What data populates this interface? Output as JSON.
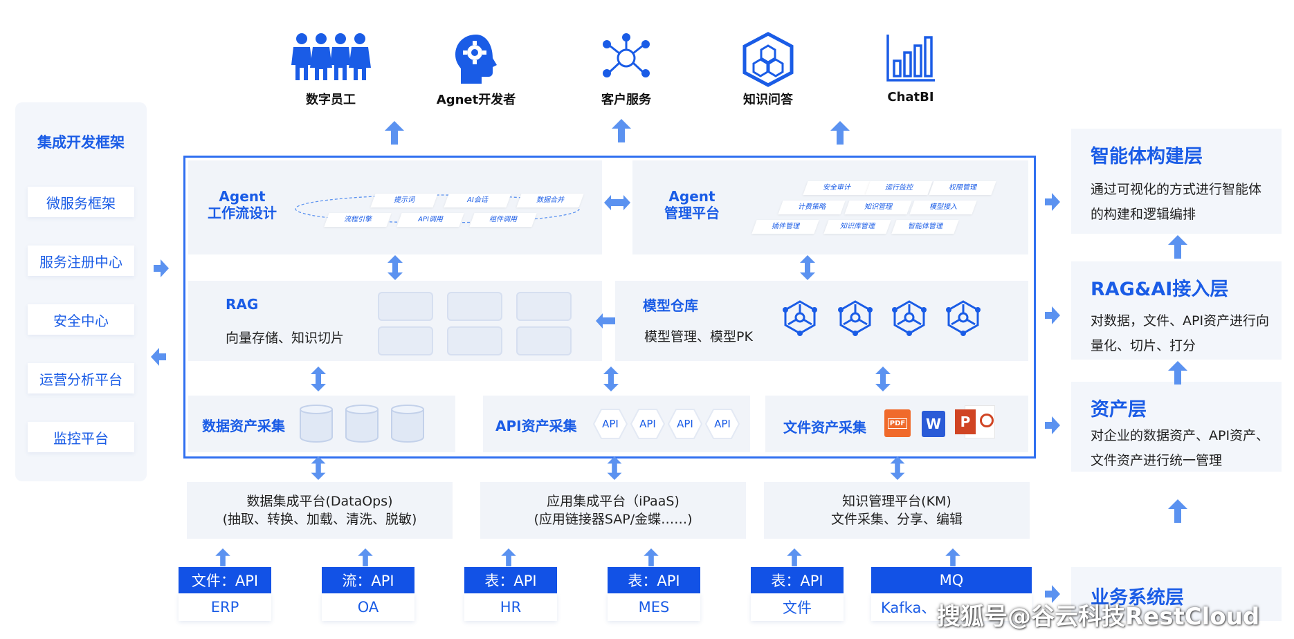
{
  "top_apps": [
    {
      "label": "数字员工",
      "icon": "people-group-icon"
    },
    {
      "label": "Agnet开发者",
      "icon": "head-gear-icon"
    },
    {
      "label": "客户服务",
      "icon": "network-node-icon"
    },
    {
      "label": "知识问答",
      "icon": "hexagon-cluster-icon"
    },
    {
      "label": "ChatBI",
      "icon": "bar-chart-icon"
    }
  ],
  "left_panel": {
    "title": "集成开发框架",
    "items": [
      "微服务框架",
      "服务注册中心",
      "安全中心",
      "运营分析平台",
      "监控平台"
    ]
  },
  "agent_workflow": {
    "title_line1": "Agent",
    "title_line2": "工作流设计",
    "chips": [
      "提示词",
      "AI会话",
      "数据合并",
      "流程引擎",
      "API调用",
      "组件调用"
    ]
  },
  "agent_mgmt": {
    "title_line1": "Agent",
    "title_line2": "管理平台",
    "chips": [
      "安全审计",
      "运行监控",
      "权限管理",
      "计费策略",
      "知识管理",
      "模型接入",
      "插件管理",
      "知识库管理",
      "智能体管理"
    ]
  },
  "rag": {
    "title": "RAG",
    "desc": "向量存储、知识切片"
  },
  "model_repo": {
    "title": "模型仓库",
    "desc": "模型管理、模型PK"
  },
  "data_asset": {
    "title": "数据资产采集"
  },
  "api_asset": {
    "title": "API资产采集",
    "chips": [
      "API",
      "API",
      "API",
      "API"
    ]
  },
  "file_asset": {
    "title": "文件资产采集",
    "icons": [
      "pdf-file-icon",
      "word-file-icon",
      "powerpoint-file-icon"
    ],
    "pdf_label": "PDF",
    "word_label": "W",
    "ppt_label": "P"
  },
  "platforms": [
    {
      "line1": "数据集成平台(DataOps)",
      "line2": "(抽取、转换、加载、清洗、脱敏)"
    },
    {
      "line1": "应用集成平台（iPaaS)",
      "line2": "(应用链接器SAP/金蝶……)"
    },
    {
      "line1": "知识管理平台(KM)",
      "line2": "文件采集、分享、编辑"
    }
  ],
  "business": [
    {
      "top": "文件：API",
      "bottom": "ERP"
    },
    {
      "top": "流：API",
      "bottom": "OA"
    },
    {
      "top": "表：API",
      "bottom": "HR"
    },
    {
      "top": "表：API",
      "bottom": "MES"
    },
    {
      "top": "表：API",
      "bottom": "文件"
    },
    {
      "top": "MQ",
      "bottom": "Kafka、"
    }
  ],
  "right_layers": [
    {
      "title": "智能体构建层",
      "desc": "通过可视化的方式进行智能体的构建和逻辑编排"
    },
    {
      "title": "RAG&AI接入层",
      "desc": "对数据，文件、API资产进行向量化、切片、打分"
    },
    {
      "title": "资产层",
      "desc": "对企业的数据资产、API资产、文件资产进行统一管理"
    },
    {
      "title": "业务系统层",
      "desc": ""
    }
  ],
  "watermark": "搜狐号@谷云科技RestCloud",
  "colors": {
    "primary": "#1a5ce6",
    "frame": "#2f6ff0",
    "block": "#f1f4f9",
    "arrow": "#5b92f0",
    "dark_blue": "#1252e6"
  }
}
